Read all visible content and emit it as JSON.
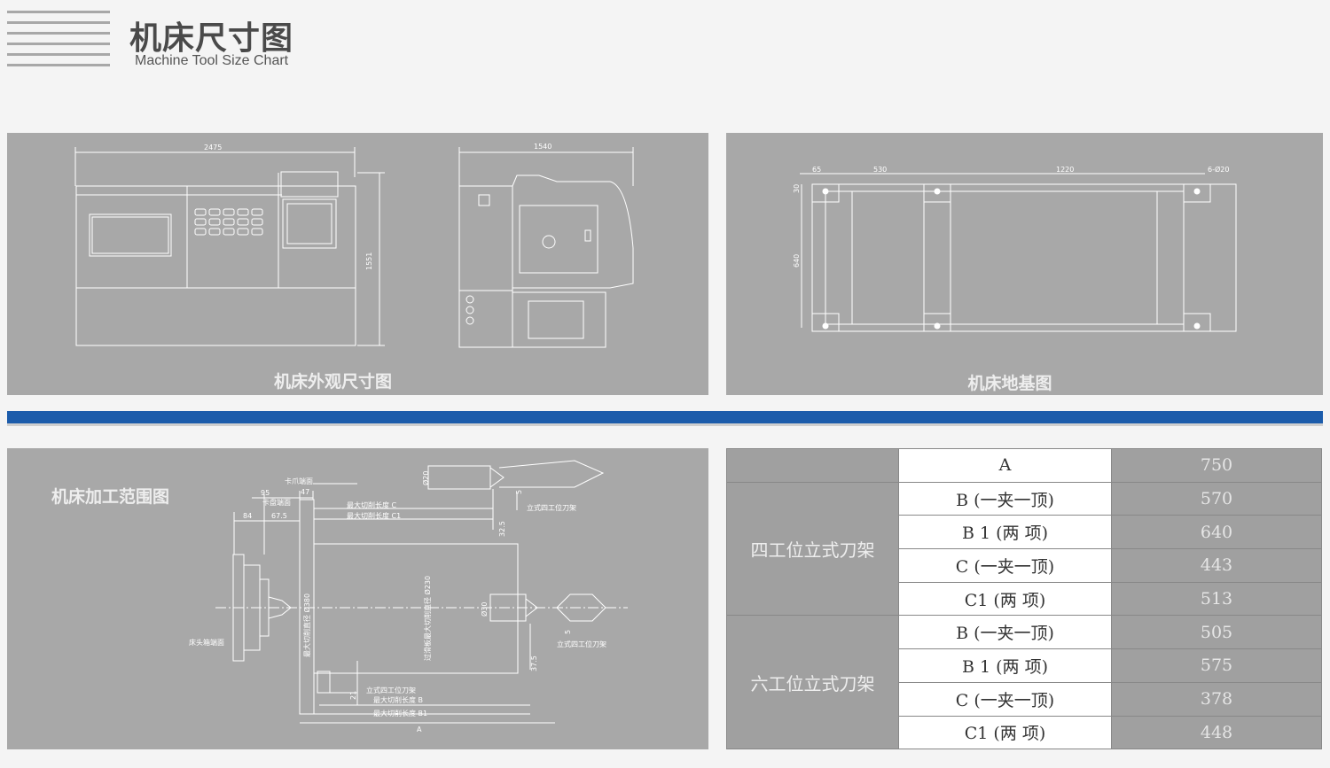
{
  "header": {
    "title_cn": "机床尺寸图",
    "title_en": "Machine Tool Size Chart"
  },
  "panel_exterior": {
    "caption": "机床外观尺寸图",
    "dims": {
      "length": "2475",
      "height": "1551",
      "depth": "1540"
    }
  },
  "panel_foundation": {
    "caption": "机床地基图",
    "dims": {
      "d65": "65",
      "d530": "530",
      "d1220": "1220",
      "holes": "6-Ø20",
      "d30": "30",
      "d640": "640"
    }
  },
  "panel_range": {
    "caption": "机床加工范围图",
    "labels": {
      "jaw_face": "卡爪端面",
      "chuck_face": "卡盘端面",
      "headstock_face": "床头箱端面",
      "max_len_c": "最大切削长度 C",
      "max_len_c1": "最大切削长度 C1",
      "tool_post_top": "立式四工位刀架",
      "tool_post_mid": "立式四工位刀架",
      "tool_post_bottom": "立式四工位刀架",
      "max_len_b": "最大切削长度  B",
      "max_len_b1": "最大切削长度  B1",
      "max_dia": "最大切削直径 Ø380",
      "carriage_dia": "过滑板最大切削直径 Ø230",
      "dim_a": "A"
    },
    "dims": {
      "d95": "95",
      "d47": "47",
      "d84": "84",
      "d675": "67.5",
      "d20": "Ø20",
      "d30": "Ø30",
      "d5a": "5",
      "d5b": "5",
      "d325": "32.5",
      "d375": "37.5",
      "d21": "21"
    }
  },
  "spec_table": {
    "groups": [
      {
        "name": "",
        "rows": [
          {
            "label": "A",
            "value": "750"
          }
        ]
      },
      {
        "name": "四工位立式刀架",
        "rows": [
          {
            "label": "B (一夹一顶)",
            "value": "570"
          },
          {
            "label": "B 1 (两 项)",
            "value": "640"
          },
          {
            "label": "C (一夹一顶)",
            "value": "443"
          },
          {
            "label": "C1 (两 项)",
            "value": "513"
          }
        ]
      },
      {
        "name": "六工位立式刀架",
        "rows": [
          {
            "label": "B (一夹一顶)",
            "value": "505"
          },
          {
            "label": "B 1 (两 项)",
            "value": "575"
          },
          {
            "label": "C (一夹一顶)",
            "value": "378"
          },
          {
            "label": "C1 (两 项)",
            "value": "448"
          }
        ]
      }
    ]
  },
  "colors": {
    "panel": "#a8a8a8",
    "accent_blue": "#1c5cab",
    "line": "#ffffff"
  }
}
